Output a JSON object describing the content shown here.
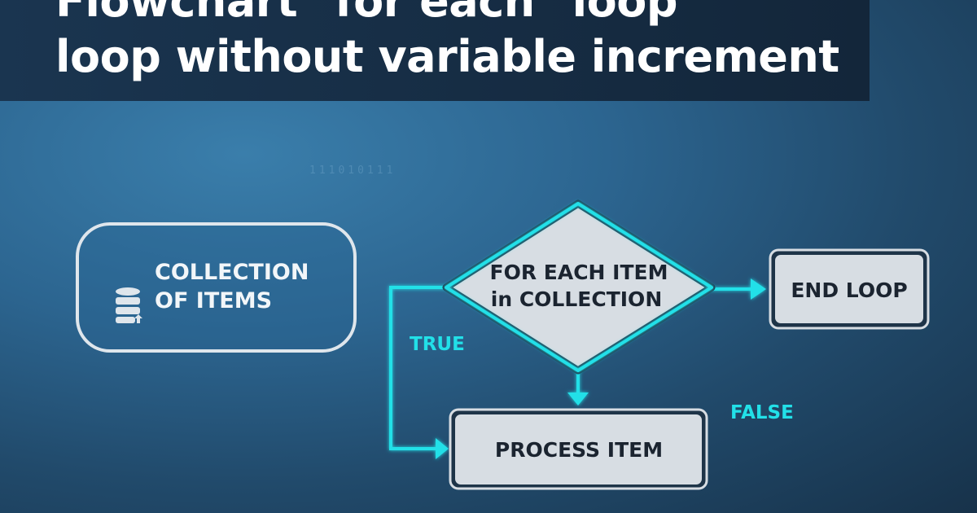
{
  "title": {
    "line1": "Flowchart \"for each\" loop",
    "line2": "loop without variable increment"
  },
  "background": {
    "binary": "111010111"
  },
  "nodes": {
    "collection": {
      "line1": "COLLECTION",
      "line2": "OF ITEMS",
      "icon": "database-icon"
    },
    "decision": {
      "line1": "FOR EACH ITEM",
      "line2": "in COLLECTION"
    },
    "end": {
      "label": "END LOOP"
    },
    "process": {
      "label": "PROCESS ITEM"
    }
  },
  "edges": {
    "true_label": "TRUE",
    "false_label": "FALSE"
  },
  "colors": {
    "accent": "#22e0e8",
    "box_fill": "#d7dde3",
    "text_dark": "#1b2430",
    "title_band": "#16283a"
  }
}
